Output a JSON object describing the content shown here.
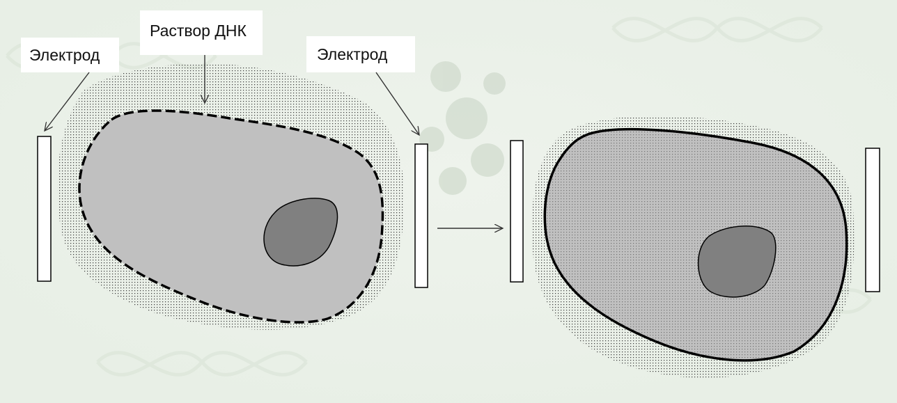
{
  "labels": {
    "electrode_left": "Электрод",
    "dna_solution": "Раствор ДНК",
    "electrode_right": "Электрод"
  },
  "colors": {
    "background": "#eef3ec",
    "cell_fill": "#c0c0c0",
    "nucleus_fill": "#808080",
    "dot_color": "#333333",
    "electrode_fill": "#ffffff",
    "outline": "#000000"
  }
}
